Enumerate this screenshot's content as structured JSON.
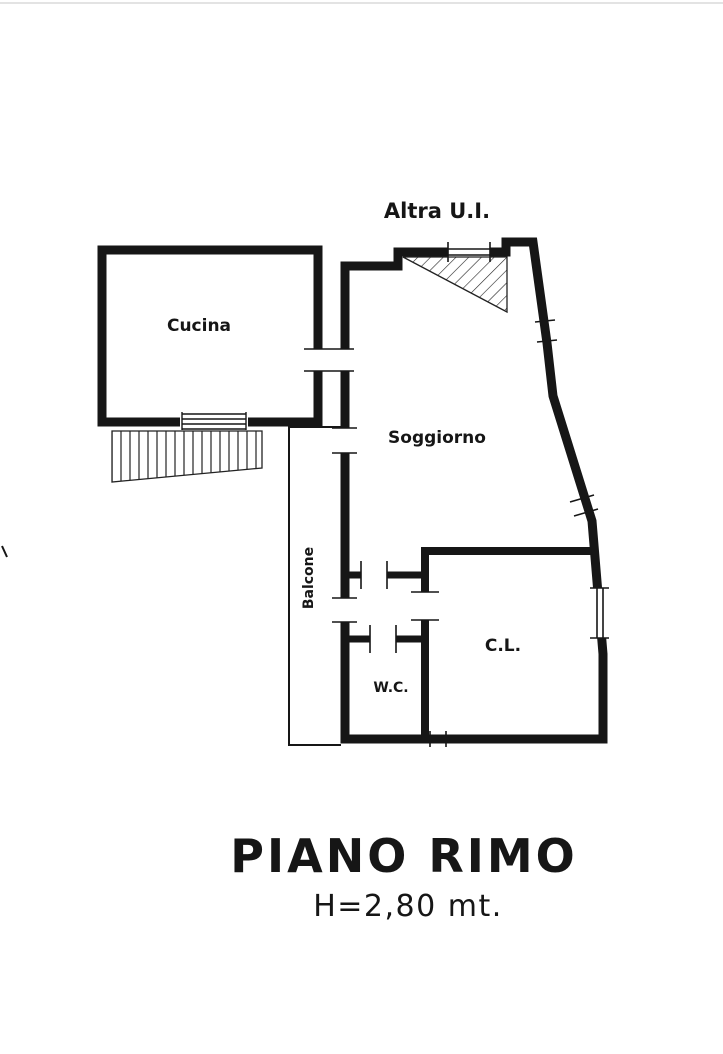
{
  "plan": {
    "annotation_other_unit": "Altra U.I.",
    "rooms": {
      "cucina": "Cucina",
      "soggiorno": "Soggiorno",
      "cl": "C.L.",
      "wc": "W.C.",
      "balcone": "Balcone"
    }
  },
  "caption": {
    "floor": "PIANO RIMO",
    "height": "H=2,80 mt."
  },
  "colors": {
    "ink": "#161616",
    "background": "#ffffff"
  }
}
